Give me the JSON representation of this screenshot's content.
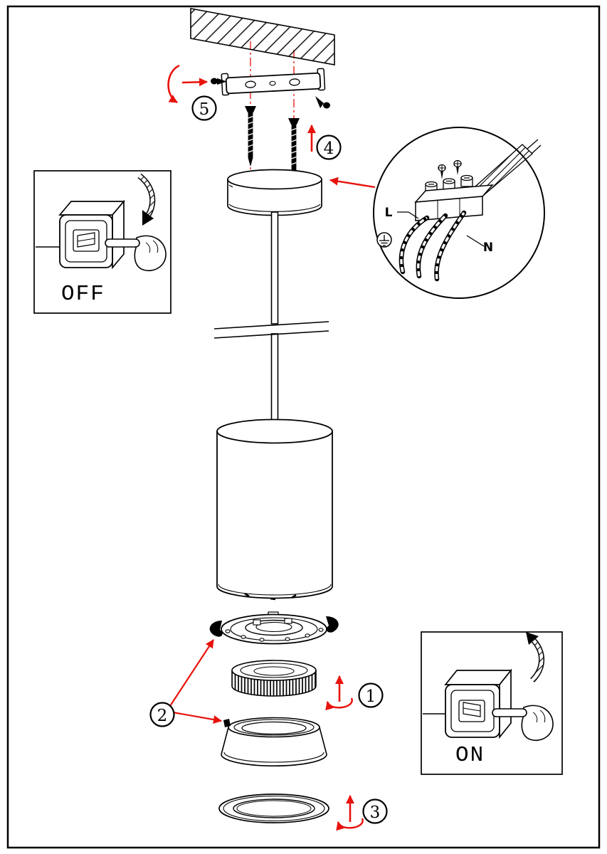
{
  "page": {
    "background": "#ffffff",
    "border_color": "#000000"
  },
  "colors": {
    "line": "#000000",
    "accent_red": "#e8120c"
  },
  "steps": {
    "s1": "1",
    "s2": "2",
    "s3": "3",
    "s4": "4",
    "s5": "5"
  },
  "switch_insets": {
    "off_label": "OFF",
    "on_label": "ON"
  },
  "wiring_detail": {
    "live_label": "L",
    "neutral_label": "N"
  },
  "icons": {
    "ground": "earth-ground-symbol",
    "rotation": "rotate-direction-arrow",
    "press": "press-direction-arrow",
    "hand": "pointing-hand"
  }
}
